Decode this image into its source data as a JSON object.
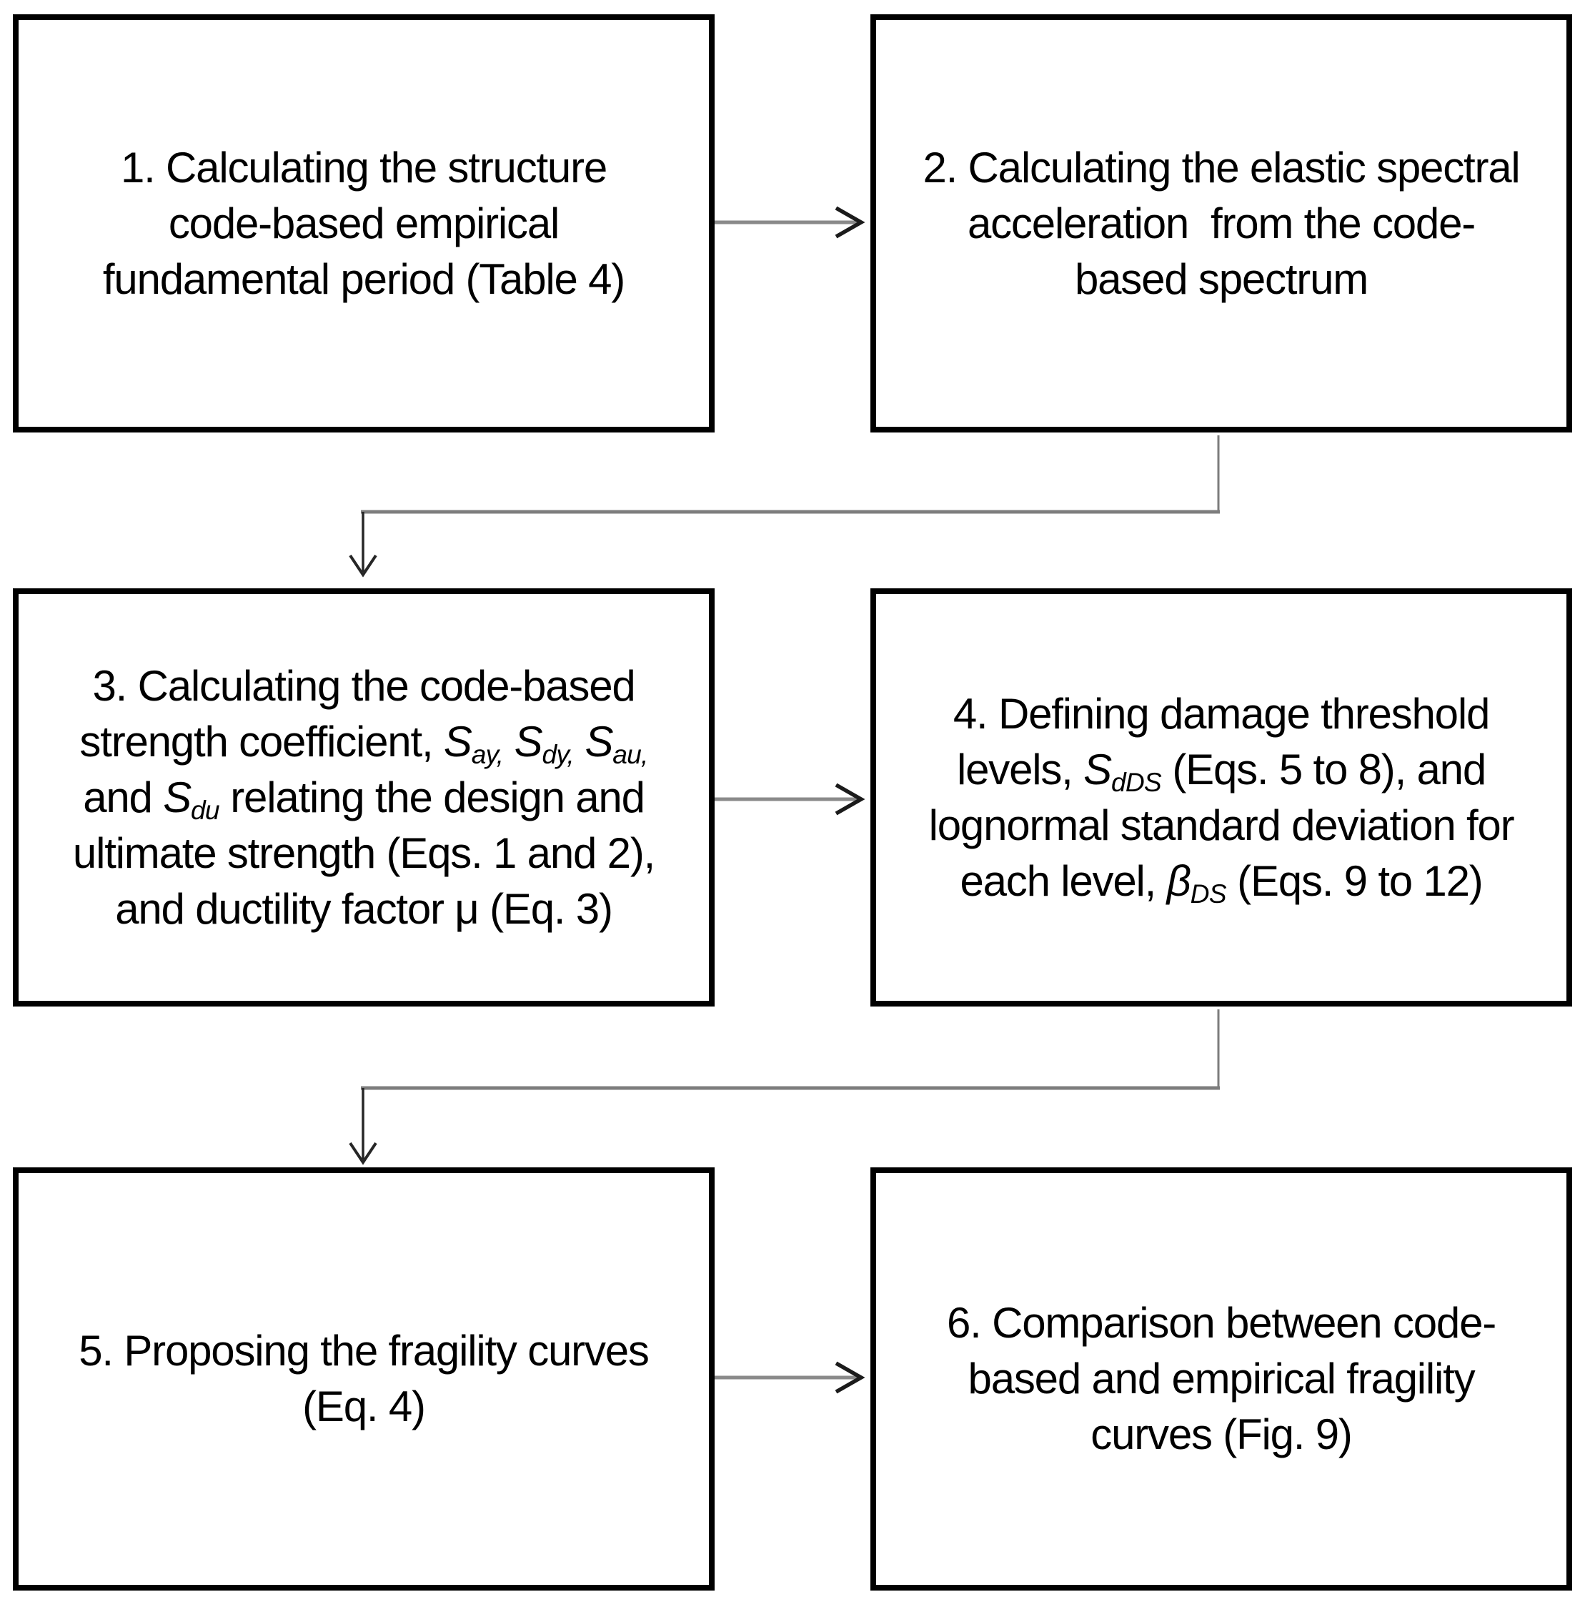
{
  "colors": {
    "box_border": "#000000",
    "box_fill": "#ffffff",
    "text_color": "#000000",
    "page_bg": "#ffffff",
    "arrow_shaft": "#8a8a8a",
    "arrow_head": "#1b1b1b",
    "connector_gray": "#7d7d7d",
    "connector_dark": "#262626"
  },
  "boxes": [
    {
      "id": "step-1",
      "lines": [
        [
          {
            "text": "1. Calculating the structure"
          }
        ],
        [
          {
            "text": "code-based empirical"
          }
        ],
        [
          {
            "text": "fundamental period (Table 4)"
          }
        ]
      ]
    },
    {
      "id": "step-2",
      "lines": [
        [
          {
            "text": "2. Calculating the elastic spectral"
          }
        ],
        [
          {
            "text": "acceleration  from the code-"
          }
        ],
        [
          {
            "text": "based spectrum"
          }
        ]
      ]
    },
    {
      "id": "step-3",
      "lines": [
        [
          {
            "text": "3. Calculating the code-based"
          }
        ],
        [
          {
            "text": "strength coefficient, "
          },
          {
            "text": "S",
            "italic": true
          },
          {
            "text": "ay,",
            "sub": true,
            "italic": true
          },
          {
            "text": " "
          },
          {
            "text": "S",
            "italic": true
          },
          {
            "text": "dy,",
            "sub": true,
            "italic": true
          },
          {
            "text": " "
          },
          {
            "text": "S",
            "italic": true
          },
          {
            "text": "au,",
            "sub": true,
            "italic": true
          }
        ],
        [
          {
            "text": "and "
          },
          {
            "text": "S",
            "italic": true
          },
          {
            "text": "du",
            "sub": true,
            "italic": true
          },
          {
            "text": " relating the design and"
          }
        ],
        [
          {
            "text": "ultimate strength (Eqs. 1 and 2),"
          }
        ],
        [
          {
            "text": "and ductility factor μ (Eq. 3)"
          }
        ]
      ]
    },
    {
      "id": "step-4",
      "lines": [
        [
          {
            "text": "4. Defining damage threshold"
          }
        ],
        [
          {
            "text": "levels, "
          },
          {
            "text": "S",
            "italic": true
          },
          {
            "text": "dDS",
            "sub": true,
            "italic": true
          },
          {
            "text": " (Eqs. 5 to 8), and"
          }
        ],
        [
          {
            "text": "lognormal standard deviation for"
          }
        ],
        [
          {
            "text": "each level, "
          },
          {
            "text": "β",
            "italic": true
          },
          {
            "text": "DS",
            "sub": true,
            "italic": true
          },
          {
            "text": " (Eqs. 9 to 12)"
          }
        ]
      ]
    },
    {
      "id": "step-5",
      "lines": [
        [
          {
            "text": "5. Proposing the fragility curves"
          }
        ],
        [
          {
            "text": "(Eq. 4)"
          }
        ]
      ]
    },
    {
      "id": "step-6",
      "lines": [
        [
          {
            "text": "6. Comparison between code-"
          }
        ],
        [
          {
            "text": "based and empirical fragility"
          }
        ],
        [
          {
            "text": "curves (Fig. 9)"
          }
        ]
      ]
    }
  ],
  "connectors": [
    {
      "from": "step-1",
      "to": "step-2",
      "type": "straight-right-arrow"
    },
    {
      "from": "step-2",
      "to": "step-3",
      "type": "elbow-down-left-arrow"
    },
    {
      "from": "step-3",
      "to": "step-4",
      "type": "straight-right-arrow"
    },
    {
      "from": "step-4",
      "to": "step-5",
      "type": "elbow-down-left-arrow"
    },
    {
      "from": "step-5",
      "to": "step-6",
      "type": "straight-right-arrow"
    }
  ]
}
